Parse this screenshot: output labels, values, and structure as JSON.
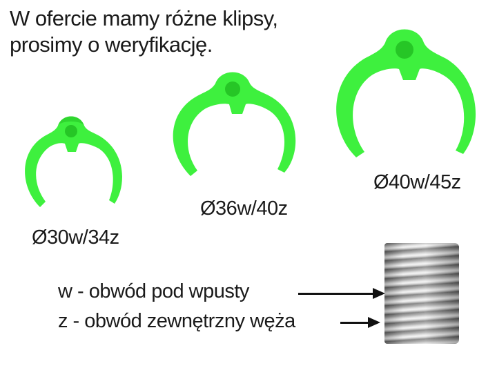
{
  "heading": {
    "line1": "W ofercie mamy różne klipsy,",
    "line2": "prosimy o weryfikację."
  },
  "clips": [
    {
      "label": "Ø30w/34z",
      "color": "#3ef03e"
    },
    {
      "label": "Ø36w/40z",
      "color": "#3ef03e"
    },
    {
      "label": "Ø40w/45z",
      "color": "#3ef03e"
    }
  ],
  "legend": {
    "w": "w - obwód pod wpusty",
    "z": "z - obwód zewnętrzny węża"
  },
  "icons": {
    "clip": "c-clip-icon",
    "hose": "corrugated-hose-icon",
    "arrow": "arrow-right-icon"
  }
}
